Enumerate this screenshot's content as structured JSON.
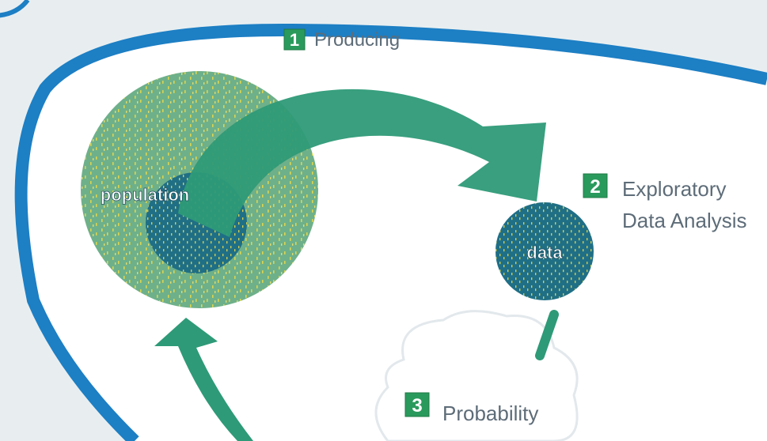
{
  "diagram": {
    "population_label": "population",
    "data_label": "data",
    "steps": [
      {
        "number": "1",
        "label": "Producing"
      },
      {
        "number": "2",
        "label_line1": "Exploratory",
        "label_line2": "Data Analysis"
      },
      {
        "number": "3",
        "label": "Probability"
      }
    ]
  },
  "colors": {
    "page_background": "#e8eef0",
    "panel_background": "#ffffff",
    "border_blue": "#1d7fc4",
    "outer_circle_green": "#6eb08a",
    "inner_circle_blue": "#1f6f86",
    "arrow_green": "#2e9a77",
    "badge_green": "#2a9a5c",
    "dot_yellow": "#e8d94a",
    "text_gray": "#5d6c78"
  }
}
